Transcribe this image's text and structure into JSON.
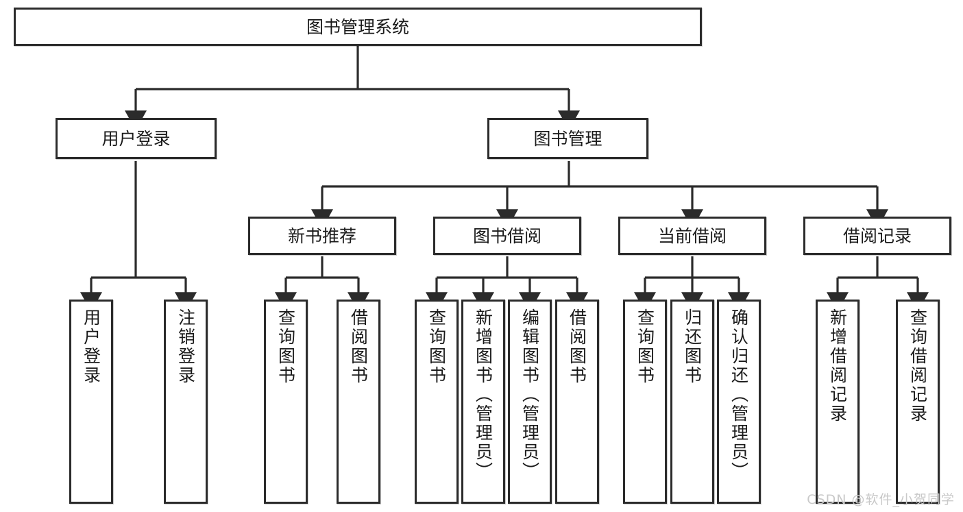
{
  "diagram": {
    "title": "图书管理系统",
    "type": "hierarchy-tree",
    "root": {
      "label": "图书管理系统"
    },
    "level2": [
      {
        "label": "用户登录"
      },
      {
        "label": "图书管理"
      }
    ],
    "level3": [
      {
        "label": "新书推荐"
      },
      {
        "label": "图书借阅"
      },
      {
        "label": "当前借阅"
      },
      {
        "label": "借阅记录"
      }
    ],
    "leaves": {
      "user_login": [
        {
          "label": "用户登录"
        },
        {
          "label": "注销登录"
        }
      ],
      "new_book_recommend": [
        {
          "label": "查询图书"
        },
        {
          "label": "借阅图书"
        }
      ],
      "book_borrow": [
        {
          "label": "查询图书"
        },
        {
          "label": "新增图书（管理员）"
        },
        {
          "label": "编辑图书（管理员）"
        },
        {
          "label": "借阅图书"
        }
      ],
      "current_borrow": [
        {
          "label": "查询图书"
        },
        {
          "label": "归还图书"
        },
        {
          "label": "确认归还（管理员）"
        }
      ],
      "borrow_record": [
        {
          "label": "新增借阅记录"
        },
        {
          "label": "查询借阅记录"
        }
      ]
    },
    "watermark": "CSDN @软件_小贺同学",
    "colors": {
      "stroke": "#2b2b2b",
      "fill": "#ffffff",
      "text": "#1a1a1a",
      "watermark": "#c9c9c9"
    }
  }
}
